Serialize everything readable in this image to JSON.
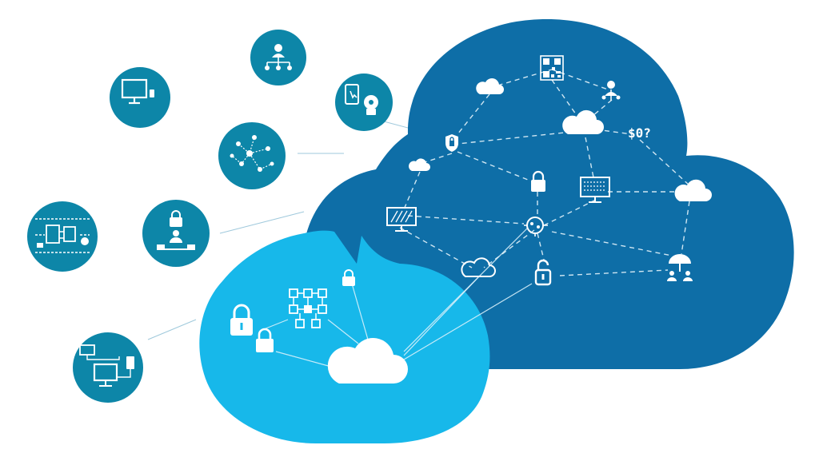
{
  "colors": {
    "dark_cloud": "#0e6ea7",
    "light_cloud": "#17b8ea",
    "circle": "#0d86a8",
    "icon": "#ffffff",
    "background": "#ffffff"
  },
  "labels": {
    "code_glyph": "$0?"
  },
  "nodes": [
    {
      "id": "qr-node",
      "icon": "qr-grid-icon"
    },
    {
      "id": "person-node",
      "icon": "user-network-icon"
    },
    {
      "id": "code-node",
      "icon": "code-glyph-icon"
    },
    {
      "id": "shield-node",
      "icon": "shield-icon"
    },
    {
      "id": "lock-node",
      "icon": "lock-icon"
    },
    {
      "id": "server-node",
      "icon": "monitor-icon"
    },
    {
      "id": "monitor-node",
      "icon": "monitor-icon"
    },
    {
      "id": "router-node",
      "icon": "network-hub-icon"
    },
    {
      "id": "unlock-node",
      "icon": "unlock-icon"
    },
    {
      "id": "umbrella-node",
      "icon": "umbrella-users-icon"
    }
  ],
  "circles": [
    {
      "id": "monitor-circle",
      "icon": "monitor-icon"
    },
    {
      "id": "hierarchy-circle",
      "icon": "org-chart-icon"
    },
    {
      "id": "device-circle",
      "icon": "touch-device-icon"
    },
    {
      "id": "network-circle",
      "icon": "scatter-network-icon"
    },
    {
      "id": "circuit-circle",
      "icon": "circuit-board-icon"
    },
    {
      "id": "lock-users-circle",
      "icon": "lock-users-icon"
    },
    {
      "id": "workstation-circle",
      "icon": "workstation-icon"
    }
  ]
}
